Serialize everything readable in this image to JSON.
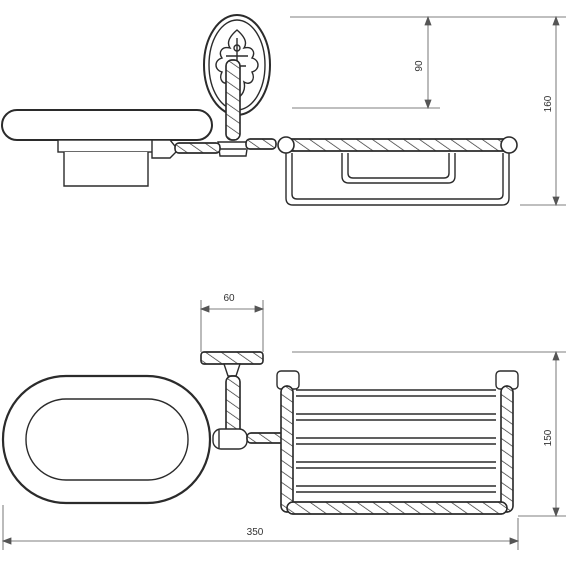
{
  "colors": {
    "line": "#2b2b2b",
    "dimension": "#555555",
    "background": "#ffffff"
  },
  "front_view": {
    "dimensions": {
      "height_total": "160",
      "height_upper": "90"
    }
  },
  "top_view": {
    "dimensions": {
      "flange_width": "60",
      "depth": "150",
      "total_width": "350"
    }
  }
}
